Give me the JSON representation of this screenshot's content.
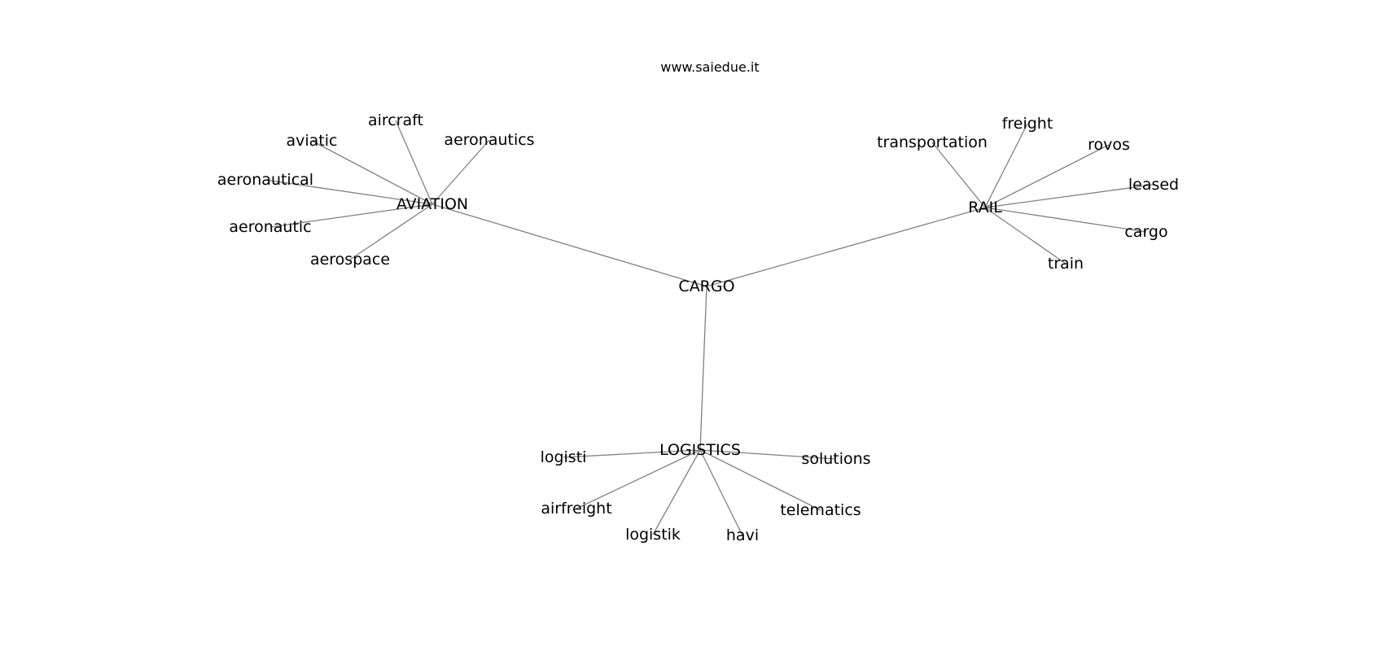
{
  "watermark": "www.saiedue.it",
  "root": {
    "id": "cargo-hub",
    "label": "CARGO"
  },
  "hubs": [
    {
      "id": "aviation",
      "label": "AVIATION",
      "terms": [
        "aircraft",
        "aviatic",
        "aeronautics",
        "aeronautical",
        "aeronautic",
        "aerospace"
      ]
    },
    {
      "id": "rail",
      "label": "RAIL",
      "terms": [
        "transportation",
        "freight",
        "rovos",
        "leased",
        "cargo",
        "train"
      ]
    },
    {
      "id": "logistics",
      "label": "LOGISTICS",
      "terms": [
        "logisti",
        "solutions",
        "airfreight",
        "telematics",
        "logistik",
        "havi"
      ]
    }
  ]
}
